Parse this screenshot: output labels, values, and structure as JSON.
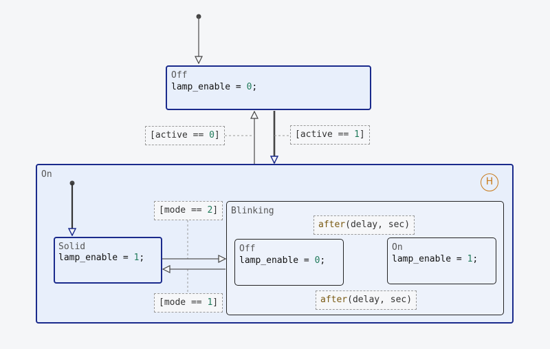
{
  "states": {
    "off": {
      "name": "Off",
      "action_lhs": "lamp_enable = ",
      "action_val": "0",
      "action_end": ";"
    },
    "on": {
      "name": "On",
      "history": "H"
    },
    "solid": {
      "name": "Solid",
      "action_lhs": "lamp_enable = ",
      "action_val": "1",
      "action_end": ";"
    },
    "blinking": {
      "name": "Blinking"
    },
    "blink_off": {
      "name": "Off",
      "action_lhs": "lamp_enable = ",
      "action_val": "0",
      "action_end": ";"
    },
    "blink_on": {
      "name": "On",
      "action_lhs": "lamp_enable = ",
      "action_val": "1",
      "action_end": ";"
    }
  },
  "transitions": {
    "active0": {
      "pre": "[active == ",
      "val": "0",
      "post": "]"
    },
    "active1": {
      "pre": "[active == ",
      "val": "1",
      "post": "]"
    },
    "mode2": {
      "pre": "[mode == ",
      "val": "2",
      "post": "]"
    },
    "mode1": {
      "pre": "[mode == ",
      "val": "1",
      "post": "]"
    },
    "after_top": {
      "fn": "after",
      "args": "(delay, sec)"
    },
    "after_bottom": {
      "fn": "after",
      "args": "(delay, sec)"
    }
  },
  "colors": {
    "border_active": "#1a2a8c",
    "border_plain": "#222222",
    "fill": "#e8effb",
    "history": "#c87a1a"
  }
}
